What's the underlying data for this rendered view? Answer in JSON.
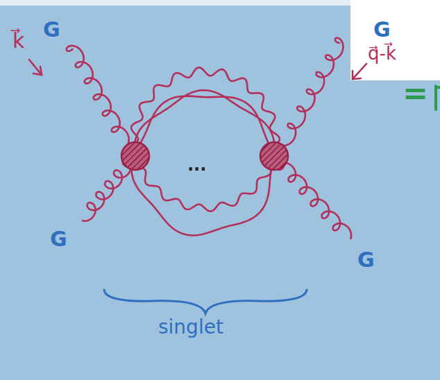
{
  "diagram": {
    "labels": [
      "G",
      "k⃗",
      "G",
      "q⃗-k⃗",
      "=",
      "...",
      "G",
      "G",
      "singlet"
    ]
  }
}
